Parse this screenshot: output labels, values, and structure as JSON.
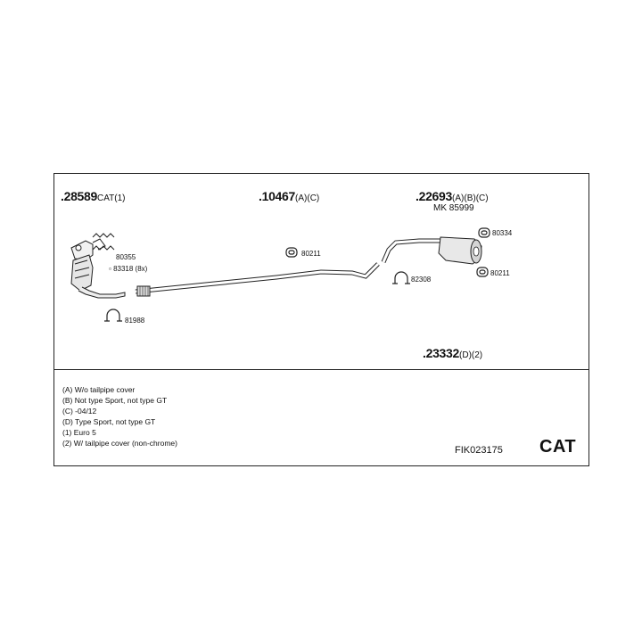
{
  "parts": {
    "p28589": {
      "number": ".28589",
      "suffix": "CAT(1)"
    },
    "p10467": {
      "number": ".10467",
      "suffix": "(A)(C)"
    },
    "p22693": {
      "number": ".22693",
      "suffix": "(A)(B)(C)",
      "alt": "MK 85999"
    },
    "p23332": {
      "number": ".23332",
      "suffix": "(D)(2)"
    }
  },
  "labels": {
    "l80355": "80355",
    "l83318": "83318 (8x)",
    "l81988": "81988",
    "l80211a": "80211",
    "l82308": "82308",
    "l80334": "80334",
    "l80211b": "80211"
  },
  "notes": [
    "(A) W/o tailpipe cover",
    "(B) Not type Sport, not type GT",
    "(C) -04/12",
    "(D) Type Sport, not type GT",
    "(1) Euro 5",
    "(2) W/ tailpipe cover (non-chrome)"
  ],
  "footer": {
    "code": "FIK023175",
    "brand": "CAT"
  }
}
